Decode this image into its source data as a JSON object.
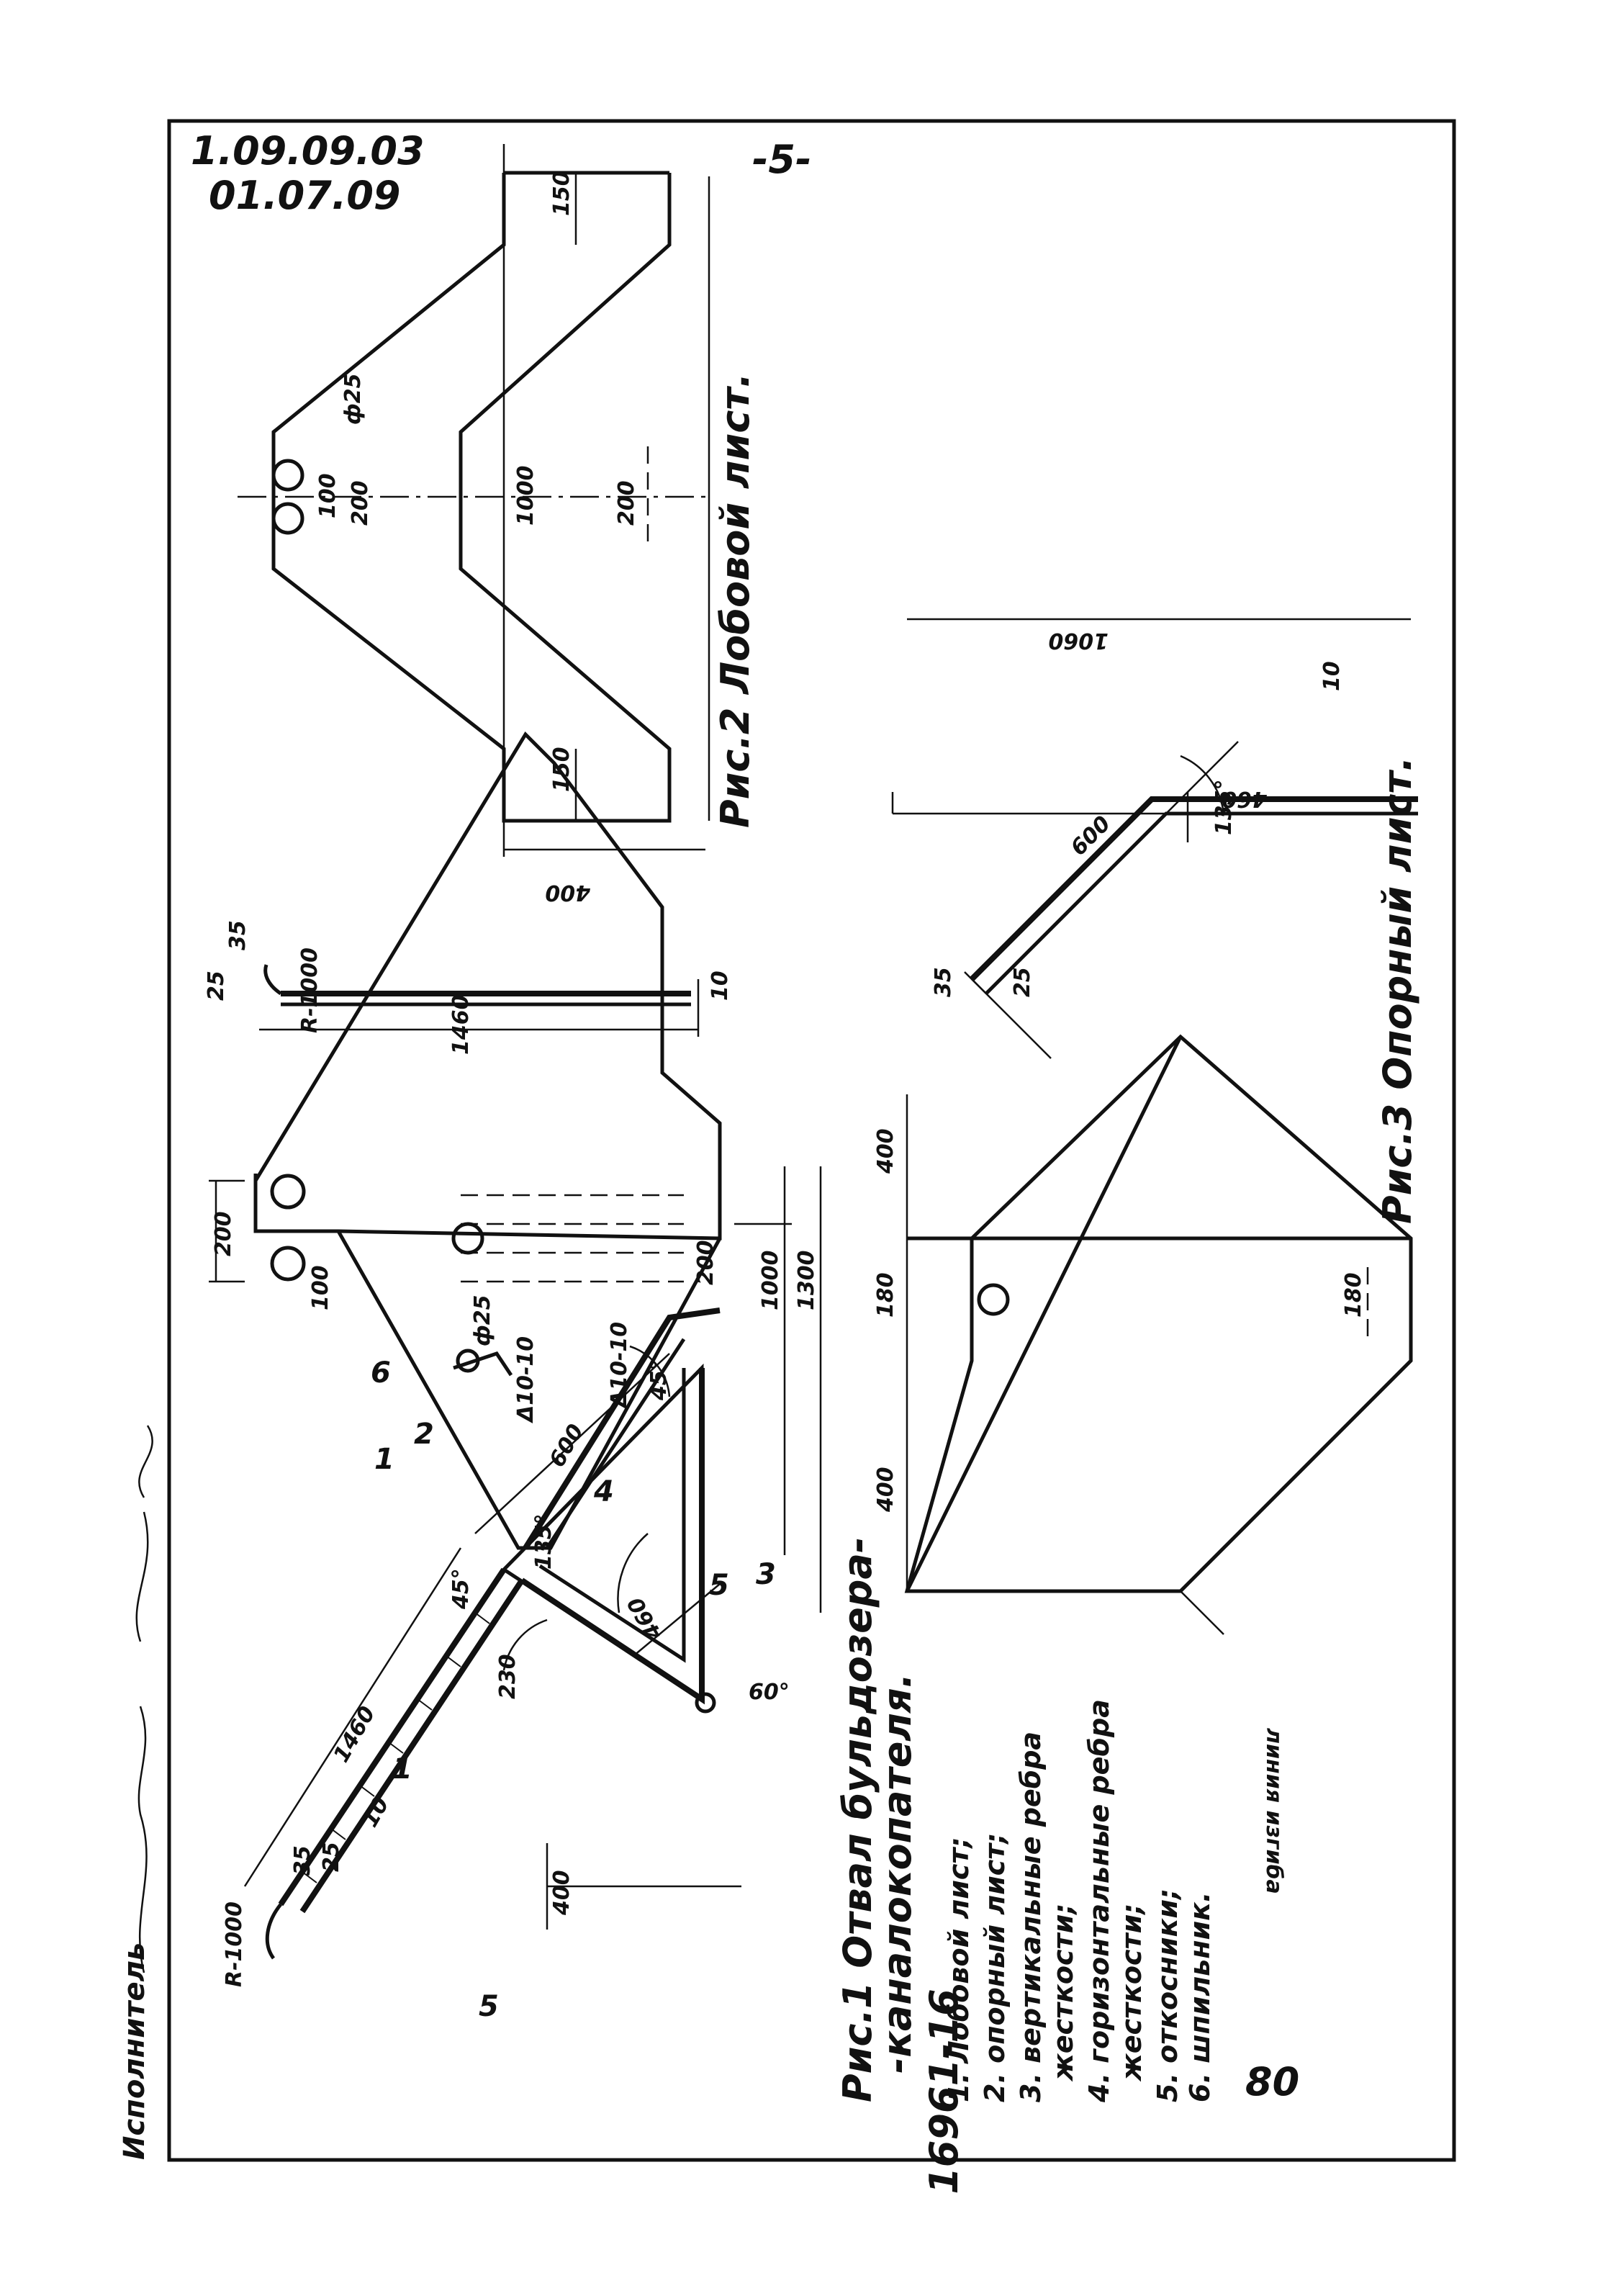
{
  "header": {
    "code_line_1": "1.09.09.03",
    "code_line_2": "01.07.09",
    "page_number": "-5-"
  },
  "footer": {
    "document_number": "16961-16",
    "sheet_number": "80"
  },
  "margin": {
    "executor_label": "Исполнитель"
  },
  "fig1": {
    "caption_line_1": "Рис.1 Отвал бульдозера-",
    "caption_line_2": "-каналокопателя.",
    "legend": [
      "1. Лобовой лист;",
      "2. опорный лист;",
      "3. вертикальные ребра",
      "жесткости;",
      "4. горизонтальные ребра",
      "жесткости;",
      "5. откосники;",
      "6. шпильник."
    ],
    "dims": {
      "r1000": "R-1000",
      "d1460": "1460",
      "d400": "400",
      "d230": "230",
      "d60deg": "60°",
      "d45deg": "45°",
      "d135deg": "135°",
      "d600": "600",
      "d460": "460",
      "d10": "10",
      "d25": "25",
      "d35": "35",
      "phi25": "ф25",
      "rib": "Δ10-10"
    },
    "callouts": [
      "1",
      "2",
      "3",
      "5",
      "6"
    ]
  },
  "view_b": {
    "dims": {
      "d200": "200",
      "d100": "100",
      "d1000": "1000",
      "d1300": "1300",
      "d45deg": "45°",
      "rib": "Δ10-10"
    },
    "callouts": [
      "1",
      "4",
      "5"
    ]
  },
  "fig2": {
    "caption": "Рис.2  Лобовой лист.",
    "dims": {
      "d150a": "150",
      "d150b": "150",
      "d1000": "1000",
      "d200a": "200",
      "d200b": "200",
      "d100": "100",
      "phi25": "ф25",
      "d400": "400"
    }
  },
  "profile": {
    "dims": {
      "r1000": "R-1000",
      "d1460": "1460",
      "d25": "25",
      "d35": "35",
      "d10": "10"
    }
  },
  "fig3": {
    "caption": "Рис.3  Опорный лист.",
    "dims": {
      "d1060": "1060",
      "d10": "10",
      "d460": "460",
      "d135deg": "135°",
      "d600": "600",
      "d35": "35",
      "d25": "25"
    }
  },
  "fig3_flat": {
    "dims": {
      "d400a": "400",
      "d180a": "180",
      "d400b": "400",
      "d180b": "180"
    },
    "bend_line_label": "линия изгиба"
  }
}
